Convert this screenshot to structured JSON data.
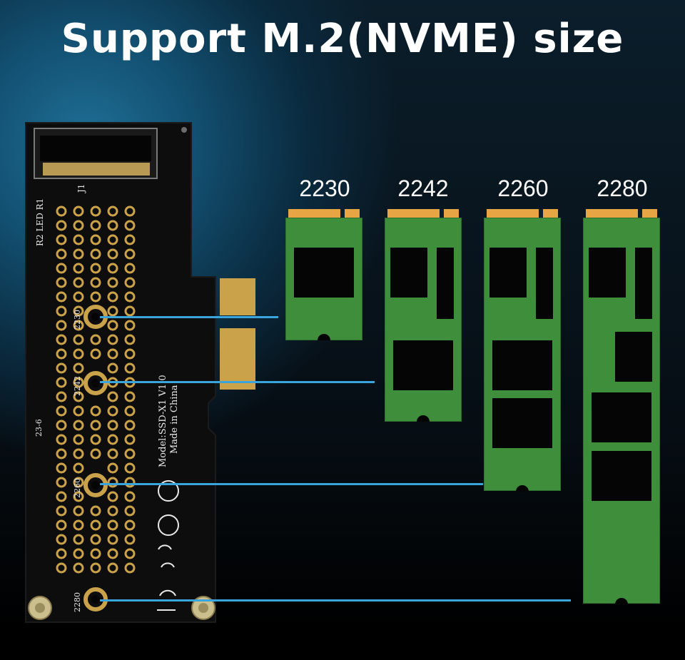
{
  "title": "Support M.2(NVME) size",
  "board": {
    "connector_label": "J1",
    "led_label": "R2 LED R1",
    "model_text": "Model:SSD-X1 V1.0",
    "origin_text": "Made in China",
    "mount_labels": [
      "2230",
      "2242",
      "2260",
      "2280"
    ],
    "date_code": "23-6"
  },
  "ssds": [
    {
      "size": "2230"
    },
    {
      "size": "2242"
    },
    {
      "size": "2260"
    },
    {
      "size": "2280"
    }
  ],
  "colors": {
    "pcb": "#0d0d0d",
    "gold": "#c9a24a",
    "ssd_green": "#3e8e3c",
    "contacts": "#e8a543",
    "line": "#3aa5dc"
  }
}
